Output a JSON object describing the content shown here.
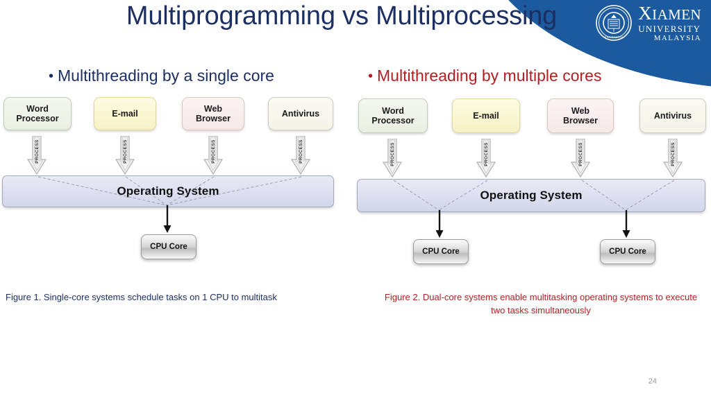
{
  "slide": {
    "title": "Multiprogramming vs Multiprocessing",
    "page_number": "24",
    "title_color": "#1C2F63",
    "accent_blue": "#16589C",
    "accent_red": "#B21E21"
  },
  "brand": {
    "seal_icon": "university-seal-icon",
    "name_line1_first": "X",
    "name_line1_rest": "IAMEN",
    "name_line2": "UNIVERSITY",
    "name_line3": "MALAYSIA"
  },
  "bullets": {
    "left": {
      "marker": "•",
      "text": "Multithreading by a single core"
    },
    "right": {
      "marker": "•",
      "text": "Multithreading by multiple cores"
    }
  },
  "diagram_left": {
    "apps": [
      {
        "label": "Word\nProcessor",
        "line1": "Word",
        "line2": "Processor",
        "color": "green"
      },
      {
        "label": "E-mail",
        "line1": "E-mail",
        "line2": "",
        "color": "yellow"
      },
      {
        "label": "Web\nBrowser",
        "line1": "Web",
        "line2": "Browser",
        "color": "pink"
      },
      {
        "label": "Antivirus",
        "line1": "Antivirus",
        "line2": "",
        "color": "cream"
      }
    ],
    "process_label": "PROCESS",
    "os_label": "Operating System",
    "cores": [
      {
        "label": "CPU Core"
      }
    ]
  },
  "diagram_right": {
    "apps": [
      {
        "label": "Word\nProcessor",
        "line1": "Word",
        "line2": "Processor",
        "color": "green"
      },
      {
        "label": "E-mail",
        "line1": "E-mail",
        "line2": "",
        "color": "yellow"
      },
      {
        "label": "Web\nBrowser",
        "line1": "Web",
        "line2": "Browser",
        "color": "pink"
      },
      {
        "label": "Antivirus",
        "line1": "Antivirus",
        "line2": "",
        "color": "cream"
      }
    ],
    "process_label": "PROCESS",
    "os_label": "Operating System",
    "cores": [
      {
        "label": "CPU Core"
      },
      {
        "label": "CPU Core"
      }
    ]
  },
  "captions": {
    "left": "Figure 1. Single-core systems schedule tasks on 1 CPU to multitask",
    "right": "Figure 2. Dual-core systems enable multitasking operating systems to execute two tasks simultaneously"
  }
}
